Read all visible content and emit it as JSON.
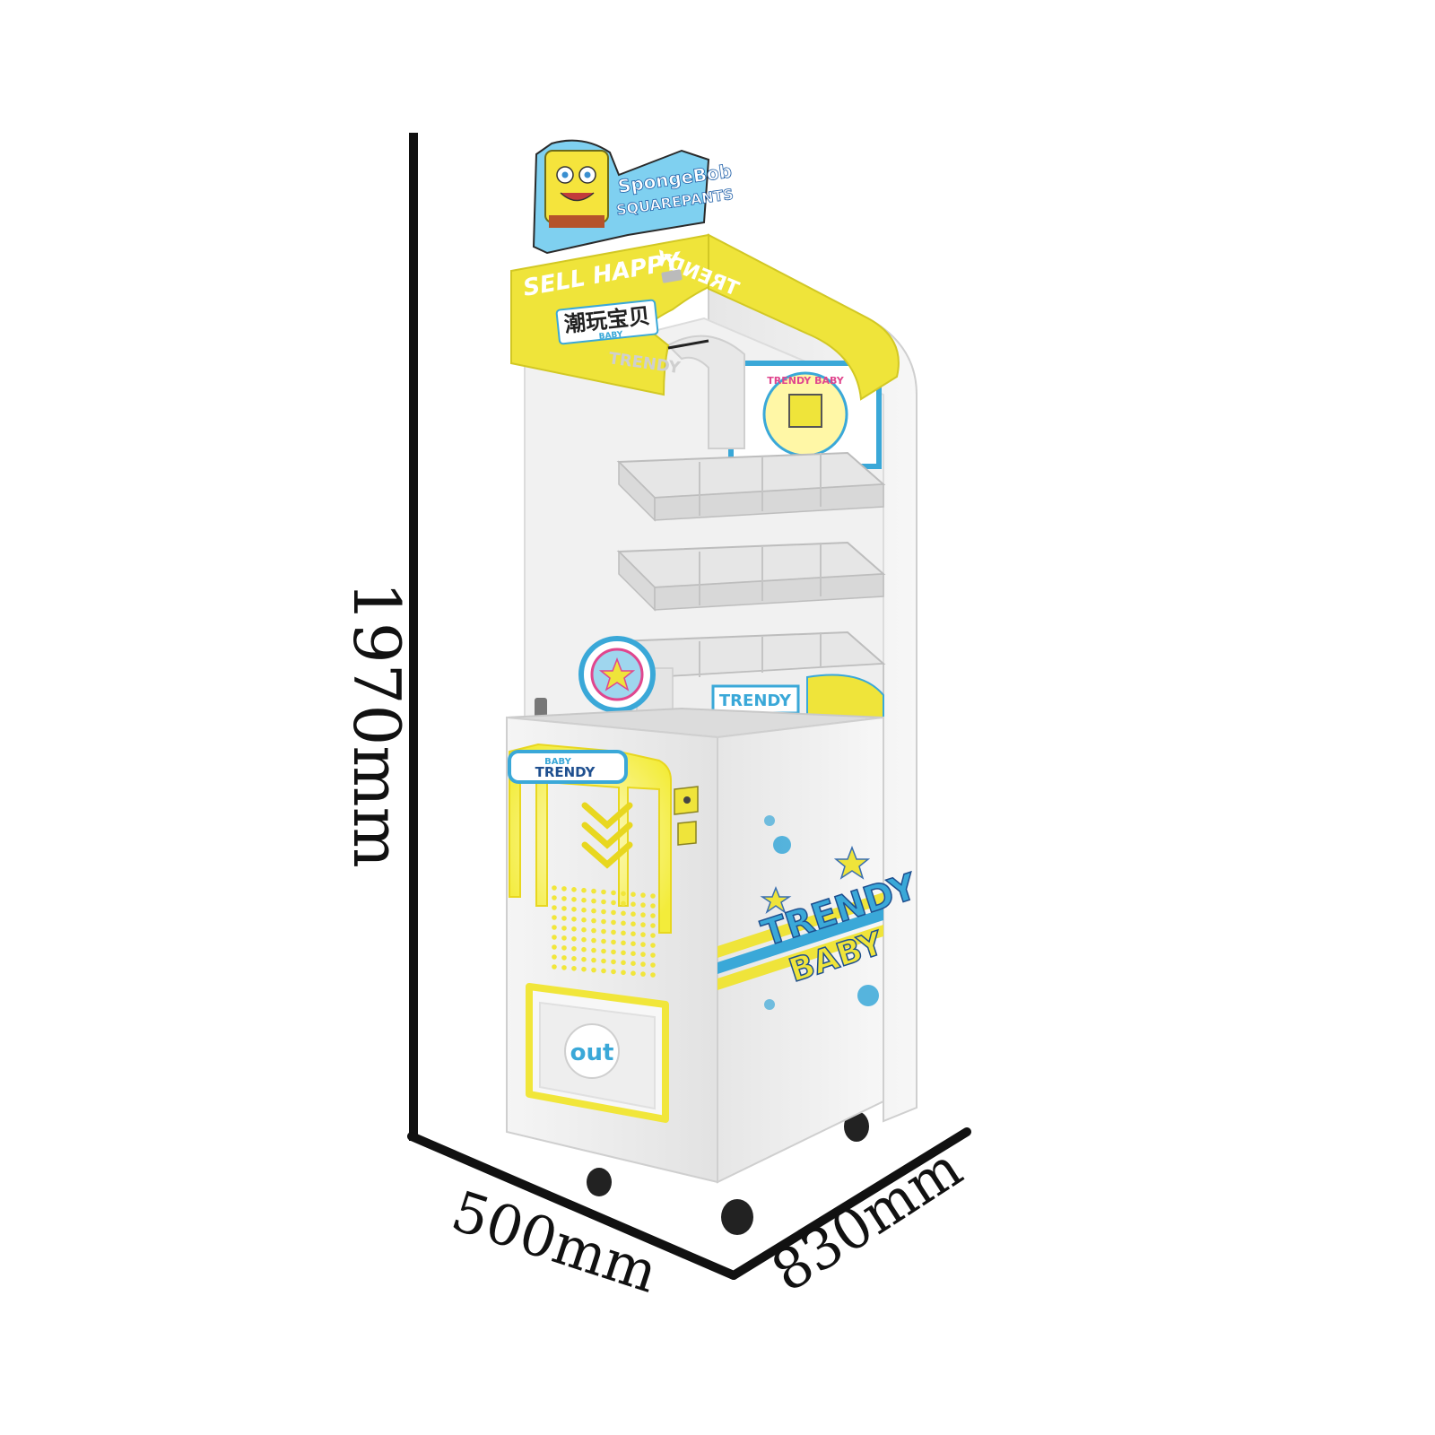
{
  "dimensions": {
    "height_label": "1970mm",
    "width_label": "500mm",
    "depth_label": "830mm"
  },
  "machine": {
    "top_logo_line1": "SpongeBob",
    "top_logo_line2": "SQUAREPANTS",
    "marquee_text": "SELL HAPPY",
    "marquee_cn": "潮玩宝贝",
    "marquee_small": "BABY",
    "marquee_reverse": "TRENDY",
    "inner_header": "TRENDY",
    "poster_text": "TRENDY BABY",
    "shelf_sign": "TRENDY",
    "front_badge_top": "BABY",
    "front_badge_main": "TRENDY",
    "side_logo_line1": "TRENDY",
    "side_logo_line2": "BABY",
    "prize_out_label": "out"
  },
  "colors": {
    "accent_yellow": "#efe43a",
    "cabinet_white": "#f4f4f4",
    "accent_blue": "#3aa8d8",
    "outline": "#111111"
  }
}
